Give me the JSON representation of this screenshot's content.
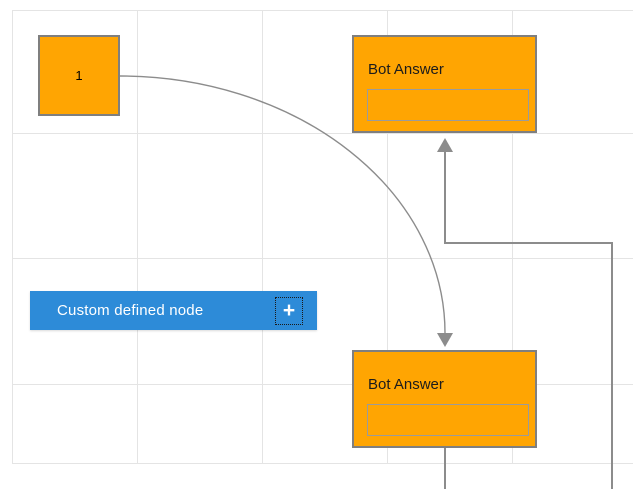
{
  "colors": {
    "orange": "#ffa502",
    "blue": "#2d8bd8",
    "connector": "#8c8c8c",
    "grid": "#e4e4e4",
    "node_border": "#7f7f7f",
    "field_border": "#9b9b9b",
    "title_text": "#1c1c1c"
  },
  "nodes": {
    "start": {
      "label": "1"
    },
    "bot_answer_top": {
      "title": "Bot Answer"
    },
    "bot_answer_bottom": {
      "title": "Bot Answer"
    },
    "custom": {
      "label": "Custom defined node",
      "add_icon": "+"
    }
  },
  "edges": [
    {
      "from": "node-1",
      "to": "bot-answer-bottom",
      "style": "curved",
      "arrow": "end"
    },
    {
      "from": "offscreen-bottom-right",
      "to": "bot-answer-top",
      "style": "orthogonal",
      "arrow": "end"
    },
    {
      "from": "bot-answer-bottom",
      "to": "offscreen-bottom",
      "style": "straight",
      "arrow": "none"
    }
  ]
}
